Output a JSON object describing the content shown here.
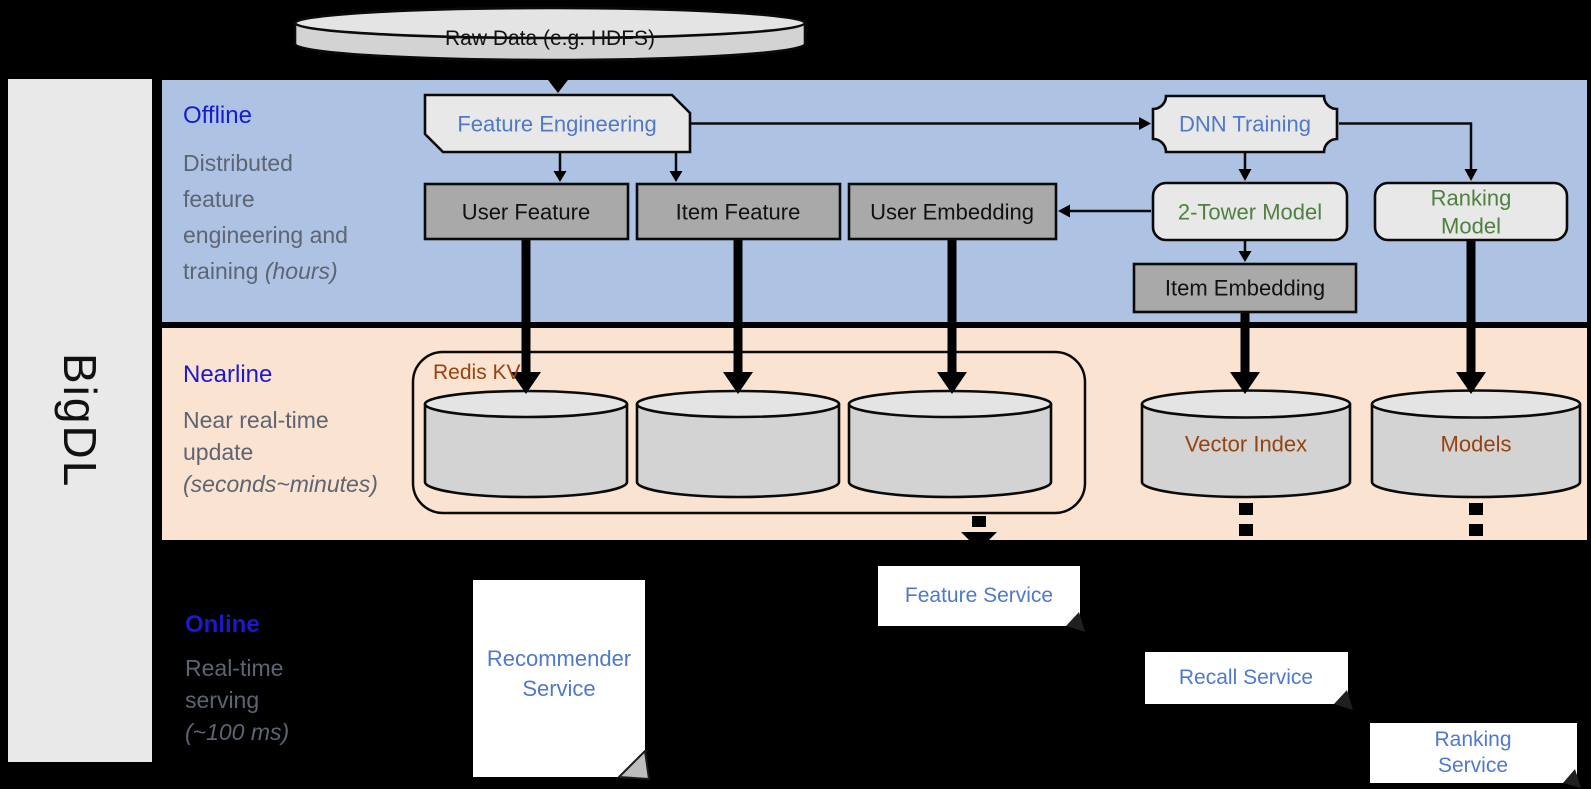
{
  "brand": "BigDL",
  "sections": {
    "offline": {
      "title": "Offline",
      "desc": "Distributed\nfeature\nengineering and\ntraining ",
      "note": "(hours)"
    },
    "nearline": {
      "title": "Nearline",
      "desc": "Near real-time\nupdate\n",
      "note": "(seconds~minutes)"
    },
    "online": {
      "title": "Online",
      "desc": "Real-time\nserving\n",
      "note": "(~100 ms)"
    }
  },
  "nodes": {
    "raw_data": "Raw Data (e.g. HDFS)",
    "feature_engineering": "Feature Engineering",
    "dnn_training": "DNN Training",
    "user_feature": "User Feature",
    "item_feature": "Item Feature",
    "user_embedding": "User Embedding",
    "two_tower_model": "2-Tower Model",
    "ranking_model": "Ranking Model",
    "item_embedding": "Item Embedding",
    "redis_kv": "Redis KV",
    "vector_index": "Vector Index",
    "models": "Models",
    "recommender_service": "Recommender\nService",
    "feature_service": "Feature Service",
    "recall_service": "Recall Service",
    "ranking_service": "Ranking Service"
  },
  "colors": {
    "offline_band": "#aec3e4",
    "nearline_band": "#fbe3d1",
    "online_bg": "#000000",
    "sidebar_bg": "#e9e9e9",
    "section_title": "#1a1acc",
    "section_desc": "#5d6472",
    "node_blue": "#4f79cb",
    "node_green": "#4e8040",
    "node_brown": "#96430f",
    "box_gray": "#a9a9a9",
    "box_light": "#e8e8e8",
    "cylinder_body": "#d3d3d3",
    "cylinder_top": "#e4e4e4",
    "white_box": "#ffffff"
  }
}
